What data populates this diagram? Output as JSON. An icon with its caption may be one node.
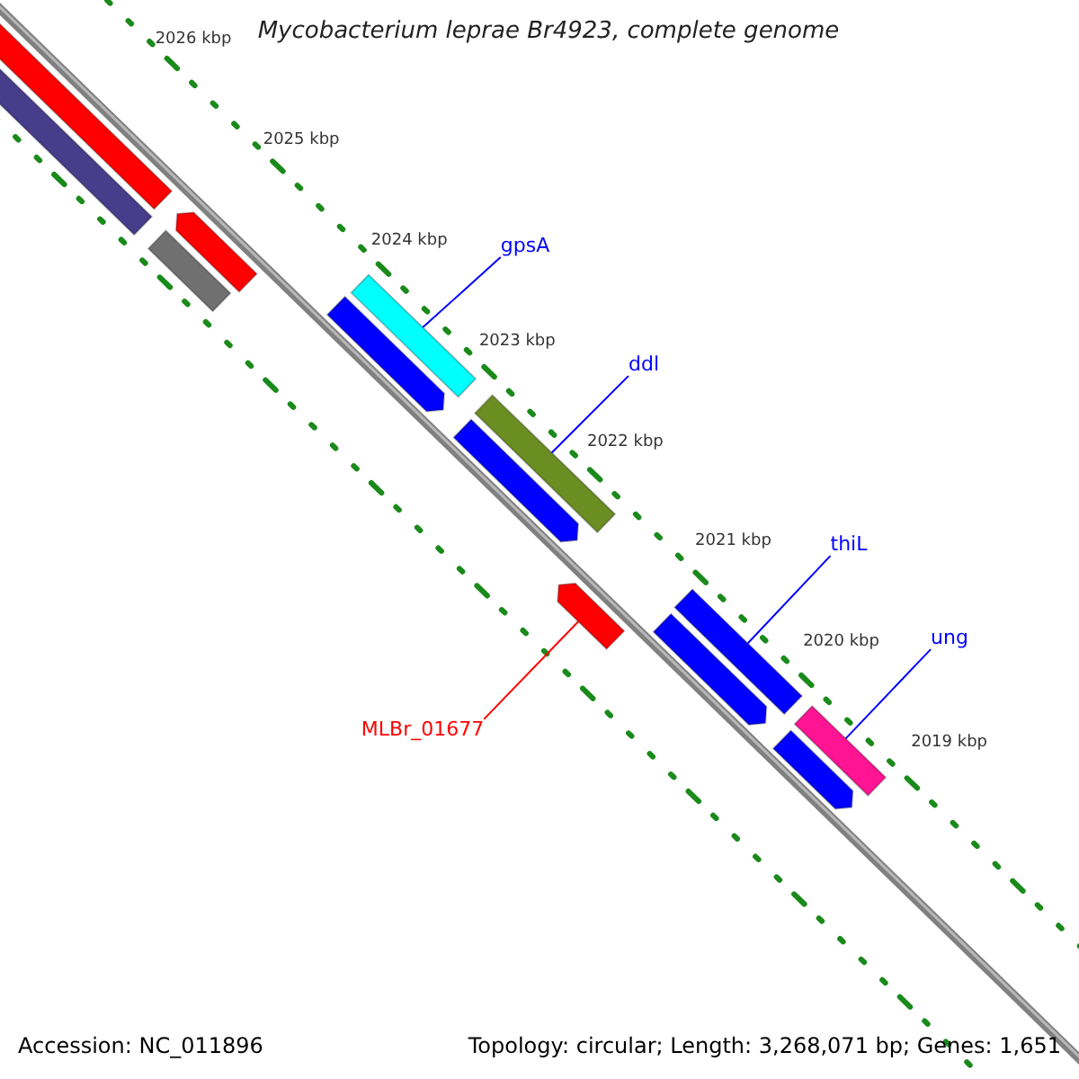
{
  "diagram": {
    "title": "Mycobacterium leprae Br4923, complete genome",
    "nodes": [
      {
        "text": [
          "gpsA"
        ]
      },
      {
        "text": [],
        "shape": "bar"
      },
      {
        "text": [
          "ddl"
        ]
      },
      {
        "text": [],
        "shape": "bar"
      },
      {
        "text": [
          "thiL"
        ]
      },
      {
        "text": [],
        "shape": "bar"
      },
      {
        "text": [
          "ung"
        ]
      },
      {
        "text": [],
        "shape": "bar"
      },
      {
        "text": [
          "MLBr_01677"
        ]
      },
      {
        "text": [],
        "shape": "bar"
      },
      {
        "text": [],
        "shape": "bar"
      },
      {
        "text": [],
        "shape": "bar"
      },
      {
        "text": [],
        "shape": "bar"
      },
      {
        "text": [],
        "shape": "bar"
      },
      {
        "text": [],
        "shape": "bar"
      },
      {
        "text": [],
        "shape": "bar"
      },
      {
        "text": [],
        "shape": "bar"
      },
      {
        "text": [],
        "shape": "bar"
      }
    ],
    "edges": [
      {
        "from": 0,
        "to": 1,
        "arrow": "none"
      },
      {
        "from": 2,
        "to": 3,
        "arrow": "none"
      },
      {
        "from": 4,
        "to": 5,
        "arrow": "none"
      },
      {
        "from": 6,
        "to": 7,
        "arrow": "none"
      },
      {
        "from": 8,
        "to": 9,
        "arrow": "none",
        "color": "#ff0000"
      }
    ],
    "labels": [
      "2026 kbp",
      "2025 kbp",
      "2024 kbp",
      "2023 kbp",
      "2022 kbp",
      "2021 kbp",
      "2020 kbp",
      "2019 kbp",
      "Accession: NC_011896",
      "Topology: circular; Length: 3,268,071 bp; Genes: 1,651"
    ]
  }
}
